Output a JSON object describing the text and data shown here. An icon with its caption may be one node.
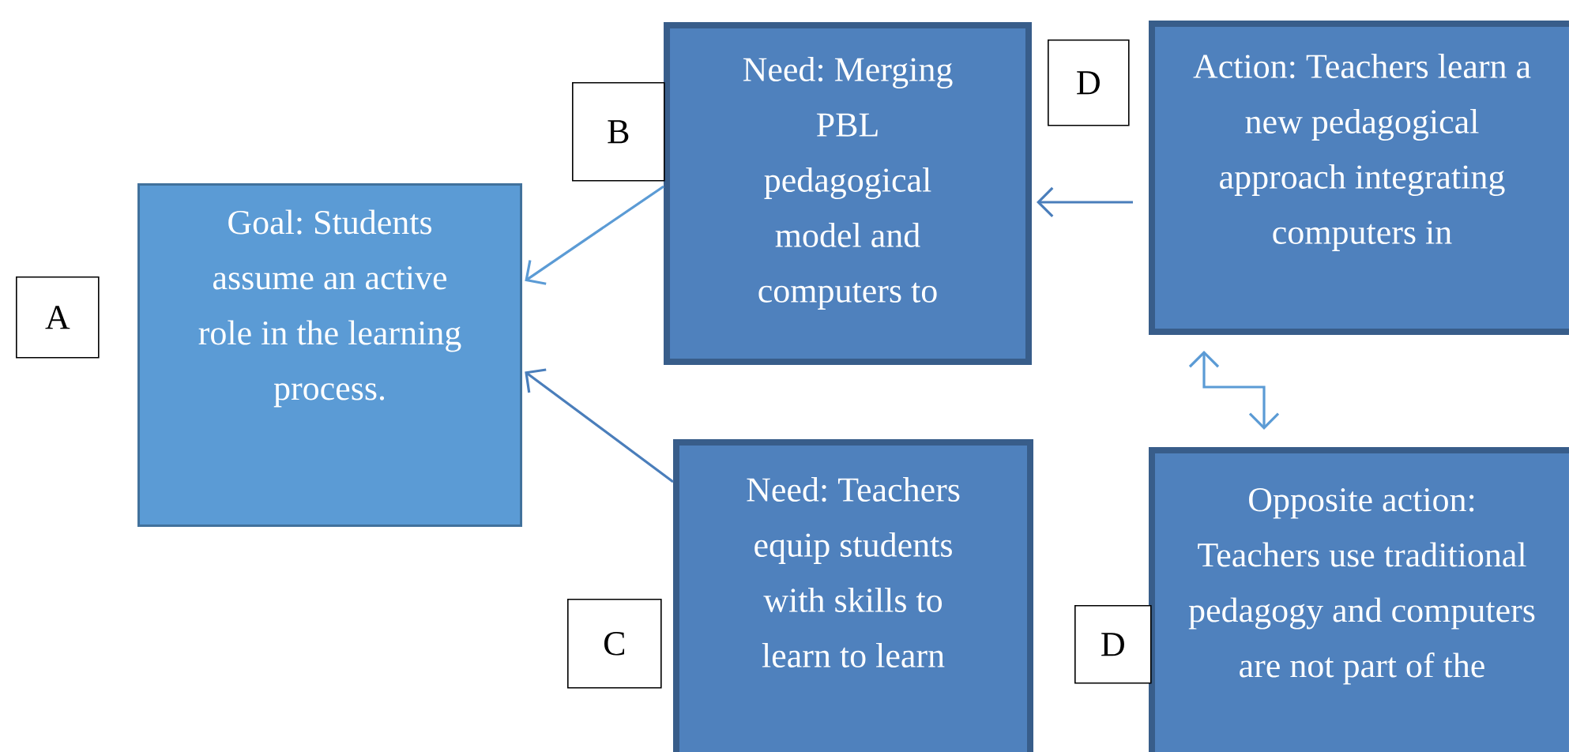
{
  "diagram": {
    "nodes": [
      {
        "text": [
          "Goal: Students assume an active role in the learning process."
        ]
      },
      {
        "text": [
          "Need: Merging PBL pedagogical model and computers to"
        ]
      },
      {
        "text": [
          "Action: Teachers learn a new pedagogical approach integrating computers in"
        ]
      },
      {
        "text": [
          "Need: Teachers equip students with skills to learn to learn"
        ]
      },
      {
        "text": [
          "Opposite action: Teachers use traditional pedagogy and computers are not part of the"
        ]
      },
      {
        "text": [
          "A"
        ]
      },
      {
        "text": [
          "B"
        ]
      },
      {
        "text": [
          "C"
        ]
      },
      {
        "text": [
          "D"
        ]
      },
      {
        "text": [
          "D"
        ]
      }
    ],
    "edges": [
      {
        "from": 1,
        "to": 0,
        "arrow": "to",
        "color": "#5b9bd5"
      },
      {
        "from": 2,
        "to": 1,
        "arrow": "to",
        "color": "#4a7ebb"
      },
      {
        "from": 2,
        "to": 4,
        "arrow": "both",
        "color": "#5b9bd5"
      },
      {
        "from": 3,
        "to": 0,
        "arrow": "to",
        "color": "#4a7ebb"
      }
    ]
  }
}
